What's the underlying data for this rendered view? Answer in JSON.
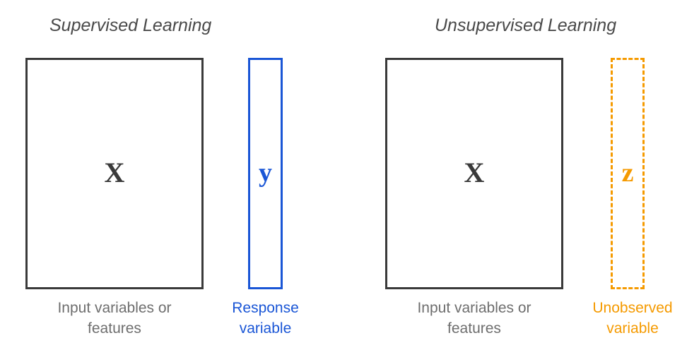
{
  "supervised": {
    "heading": "Supervised Learning",
    "matrix_symbol": "X",
    "matrix_caption": [
      "Input variables or",
      "features"
    ],
    "vector_symbol": "y",
    "vector_caption": [
      "Response",
      "variable"
    ]
  },
  "unsupervised": {
    "heading": "Unsupervised Learning",
    "matrix_symbol": "X",
    "matrix_caption": [
      "Input variables or",
      "features"
    ],
    "vector_symbol": "z",
    "vector_caption": [
      "Unobserved",
      "variable"
    ]
  },
  "colors": {
    "matrix": "#3a3a3a",
    "response": "#1a56d6",
    "unobserved": "#f59a00",
    "caption": "#6e6e6e"
  }
}
